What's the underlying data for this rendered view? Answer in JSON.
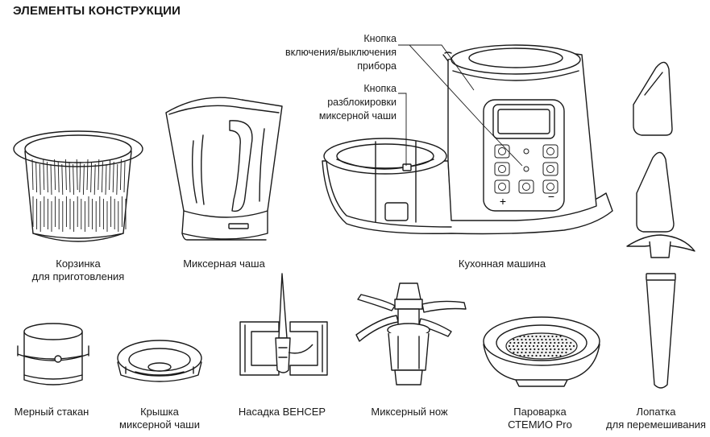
{
  "title": "ЭЛЕМЕНТЫ КОНСТРУКЦИИ",
  "callouts": {
    "power_button": [
      "Кнопка",
      "включения/выключения",
      "прибора"
    ],
    "unlock_button": [
      "Кнопка",
      "разблокировки",
      "миксерной чаши"
    ]
  },
  "captions": {
    "basket": [
      "Корзинка",
      "для приготовления"
    ],
    "mixer_bowl": [
      "Миксерная чаша"
    ],
    "kitchen_machine": [
      "Кухонная машина"
    ],
    "measuring_cup": [
      "Мерный стакан"
    ],
    "bowl_lid": [
      "Крышка",
      "миксерной чаши"
    ],
    "bencer_attachment": [
      "Насадка ВЕНСЕР"
    ],
    "mixer_knife": [
      "Миксерный нож"
    ],
    "steamer": [
      "Пароварка",
      "СТЕМИО Pro"
    ],
    "spatula": [
      "Лопатка",
      "для перемешивания"
    ]
  },
  "panel_symbols": {
    "plus": "+",
    "minus": "−"
  }
}
